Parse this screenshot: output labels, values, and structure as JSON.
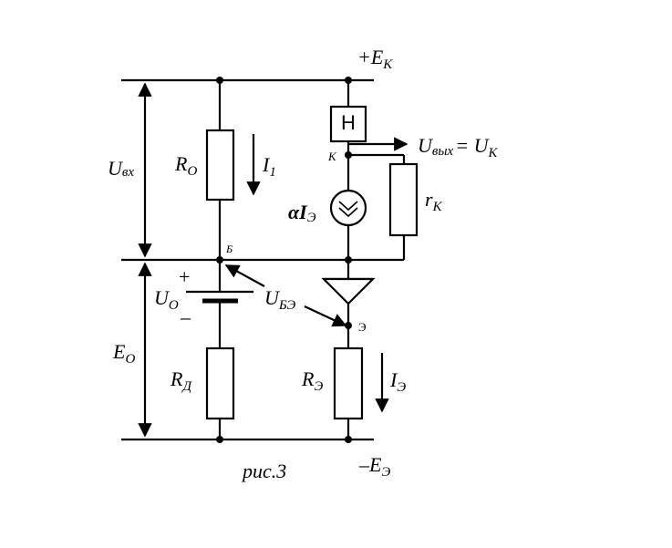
{
  "caption": "рис.3",
  "supply": {
    "positive": "+E",
    "positive_sub": "К",
    "negative": "–E",
    "negative_sub": "Э"
  },
  "voltages": {
    "u_in": "U",
    "u_in_sub": "вх",
    "e_o": "E",
    "e_o_sub": "O",
    "u_o": "U",
    "u_o_sub": "O",
    "u_be": "U",
    "u_be_sub": "БЭ",
    "u_out": "U",
    "u_out_sub": "вых",
    "u_out_eq": "= U",
    "u_out_eq_sub": "К"
  },
  "components": {
    "r_o": "R",
    "r_o_sub": "O",
    "r_d": "R",
    "r_d_sub": "Д",
    "r_e": "R",
    "r_e_sub": "Э",
    "r_k": "r",
    "r_k_sub": "К",
    "load": "Н",
    "current_source": "αI",
    "current_source_sub": "Э"
  },
  "currents": {
    "i1": "I",
    "i1_sub": "1",
    "ie": "I",
    "ie_sub": "Э"
  },
  "nodes": {
    "k": "К",
    "b": "Б",
    "e": "Э"
  },
  "battery_signs": {
    "plus": "+",
    "minus": "–"
  }
}
